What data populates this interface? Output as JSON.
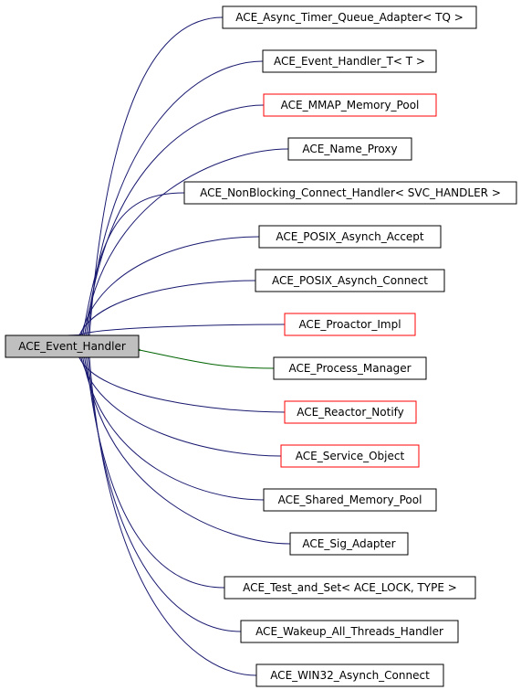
{
  "base": {
    "label": "ACE_Event_Handler",
    "fill": "#bfbfbf"
  },
  "colors": {
    "edge_inherit": "#191970",
    "edge_uses": "#006400",
    "border_normal": "#000000",
    "border_truncated": "#ff0000"
  },
  "nodes": [
    {
      "label": "ACE_Async_Timer_Queue_Adapter< TQ >",
      "border": "black",
      "edge": "inherit"
    },
    {
      "label": "ACE_Event_Handler_T< T >",
      "border": "black",
      "edge": "inherit"
    },
    {
      "label": "ACE_MMAP_Memory_Pool",
      "border": "red",
      "edge": "inherit"
    },
    {
      "label": "ACE_Name_Proxy",
      "border": "black",
      "edge": "inherit"
    },
    {
      "label": "ACE_NonBlocking_Connect_Handler< SVC_HANDLER >",
      "border": "black",
      "edge": "inherit"
    },
    {
      "label": "ACE_POSIX_Asynch_Accept",
      "border": "black",
      "edge": "inherit"
    },
    {
      "label": "ACE_POSIX_Asynch_Connect",
      "border": "black",
      "edge": "inherit"
    },
    {
      "label": "ACE_Proactor_Impl",
      "border": "red",
      "edge": "inherit"
    },
    {
      "label": "ACE_Process_Manager",
      "border": "black",
      "edge": "uses"
    },
    {
      "label": "ACE_Reactor_Notify",
      "border": "red",
      "edge": "inherit"
    },
    {
      "label": "ACE_Service_Object",
      "border": "red",
      "edge": "inherit"
    },
    {
      "label": "ACE_Shared_Memory_Pool",
      "border": "black",
      "edge": "inherit"
    },
    {
      "label": "ACE_Sig_Adapter",
      "border": "black",
      "edge": "inherit"
    },
    {
      "label": "ACE_Test_and_Set< ACE_LOCK, TYPE >",
      "border": "black",
      "edge": "inherit"
    },
    {
      "label": "ACE_Wakeup_All_Threads_Handler",
      "border": "black",
      "edge": "inherit"
    },
    {
      "label": "ACE_WIN32_Asynch_Connect",
      "border": "black",
      "edge": "inherit"
    }
  ]
}
